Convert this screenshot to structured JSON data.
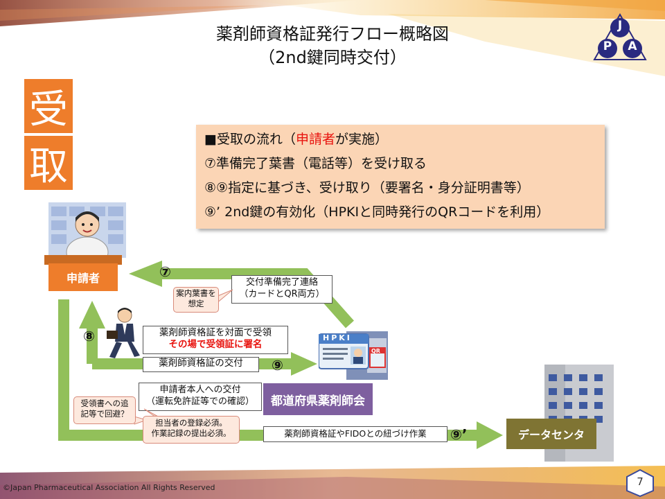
{
  "title": {
    "line1": "薬剤師資格証発行フロー概略図",
    "line2": "（2nd鍵同時交付）"
  },
  "logo": {
    "letters": [
      "J",
      "P",
      "A"
    ],
    "icon": "jpa-logo-triangle"
  },
  "side_label": {
    "char1": "受",
    "char2": "取"
  },
  "info": {
    "line1_pre": "■受取の流れ（",
    "line1_red": "申請者",
    "line1_post": "が実施）",
    "line2": "⑦準備完了葉書（電話等）を受け取る",
    "line3": "⑧⑨指定に基づき、受け取り（要署名・身分証明書等）",
    "line4": "⑨’ 2nd鍵の有効化（HPKIと同時発行のQRコードを利用）"
  },
  "actors": {
    "applicant": "申請者",
    "association": "都道府県薬剤師会",
    "datacenter": "データセンタ"
  },
  "steps": {
    "s7": "⑦",
    "s8": "⑧",
    "s9": "⑨",
    "s9p": "⑨’"
  },
  "labels": {
    "notice_line1": "交付準備完了連絡",
    "notice_line2": "（カードとQR両方）",
    "face_line1": "薬剤師資格証を対面で受領",
    "face_line2": "その場で受領証に署名",
    "delivery": "薬剤師資格証の交付",
    "identity_line1": "申請者本人への交付",
    "identity_line2": "（運転免許証等での確認）",
    "link": "薬剤師資格証やFIDOとの紐づけ作業"
  },
  "callouts": {
    "postcard_line1": "案内葉書を",
    "postcard_line2": "想定",
    "receipt_line1": "受領書への追",
    "receipt_line2": "記等で回避？",
    "staff_line1": "担当者の登録必須。",
    "staff_line2": "作業記録の提出必須。"
  },
  "card": {
    "hpki": "HPKI",
    "qr": "QR"
  },
  "footer": {
    "copyright": "©Japan Pharmaceutical Association All Rights Reserved",
    "page": "7"
  },
  "colors": {
    "orange": "#ee7d2b",
    "green": "#92c05a",
    "purple": "#7e5f9f",
    "olive": "#7f7433",
    "navy": "#2a2a80"
  }
}
